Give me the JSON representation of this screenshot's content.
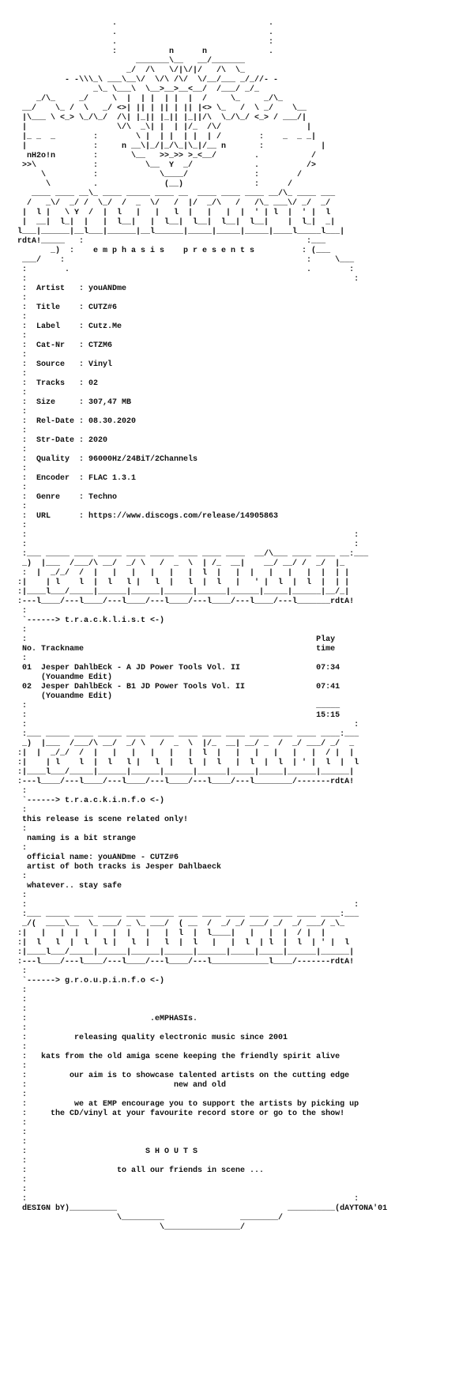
{
  "document": {
    "text_lines": [
      "                     .                                .",
      "                     .                                .",
      "                     .                                :",
      "                     :           n      n             .",
      "                          _______\\__   __/_______",
      "                        _/  /\\   \\/|\\/|/   /\\  \\_",
      "           - -\\\\\\_\\ ___\\__\\/  \\/\\ /\\/  \\/__/___ _/_//- -",
      "                 _\\_ \\___\\  \\__>__>__<__/  /___/ _/_",
      "     _/\\_     _/     \\  |  | |  | |  |  /     \\_     _/\\_",
      "  __/    \\_ /  \\   _/ <>| || | || | || |<> \\_   /  \\ _/    \\__",
      "  |\\___ \\ <_> \\_/\\_/  /\\| |_|| |_|| |_||/\\  \\_/\\_/ <_> / ___/|",
      "  |                   \\/\\  _\\| |  | |/_  /\\/                  |",
      "  |_ _  _        :        \\ |  | |  | |  | /        :    _  _ _|",
      "  |              :     n __\\|_/|_/\\_|\\_|/__ n       :            |",
      "   nH2o!n        :       \\__   >>_>> >_<__/        .           /",
      "  >>\\            :          \\__  Y  _/             .          />",
      "      \\          :             \\____/              :        /",
      "       \\         .              (__)               :      /",
      "    ____ ____ __\\_ ____ _____ ____ __  ____ ____ ____ __/\\_ ____ ___",
      "   /   _\\/  _/ /  \\_/  /  _  \\/   /  |/  _/\\   /   /\\_ ___\\/ _/  _/",
      "  |  l |   \\ Y  /  |  l   |   |   l  |   |   |  |  ' | l  |  ' |  l",
      "  |  __|  l_|  |   |  l__|   |  l__|  l__|  l__|  l__|    |  l_|  _|",
      " l___|______|__l___|______|__l______|_____|_____|_____|____l_____l___|",
      " rdtA!_____   :                                               :___",
      "        _)  :    e m p h a s i s    p r e s e n t s          : (___",
      "  ___/    :                                                   :     \\___",
      "  :        .                                                  .        :",
      "  :                                                                     :",
      "  :  Artist   : youANDme",
      "  :",
      "  :  Title    : CUTZ#6",
      "  :",
      "  :  Label    : Cutz.Me",
      "  :",
      "  :  Cat-Nr   : CTZM6",
      "  :",
      "  :  Source   : Vinyl",
      "  :",
      "  :  Tracks   : 02",
      "  :",
      "  :  Size     : 307,47 MB",
      "  :",
      "  :  Rel-Date : 08.30.2020",
      "  :",
      "  :  Str-Date : 2020",
      "  :",
      "  :  Quality  : 96000Hz/24BiT/2Channels",
      "  :",
      "  :  Encoder  : FLAC 1.3.1",
      "  :",
      "  :  Genre    : Techno",
      "  :",
      "  :  URL      : https://www.discogs.com/release/14905863",
      "  :",
      "  :                                                                     :",
      "  :                                                                     :",
      "  :___ _____ ____ _____ ____ _____ ____ ____ ____  __/\\___ ____ ____ __:___",
      "  _)  |___  /___/\\ __/  _/ \\   /  _  \\  | /_  __|    __/ __/ /  _/  |_",
      "  :  |  _/_/  /  |   |   |   |   |   |  l  |   |  |   |   |   |  |  | |",
      " :|    | l    l  |  l   l |   l  |   l  |  l   |   ' |  l  |  l  |  | |",
      " :|____l___/_____|______|______|______|______|______|_____|______|__/_|",
      " :---l____/---l____/---l____/---l____/---l____/---l____/---l_______rdtA!",
      "  :",
      "  `------> t.r.a.c.k.l.i.s.t <-)",
      "  :",
      "  :                                                             Play",
      "  No. Trackname                                                 time",
      "  :",
      "  01  Jesper DahlbEck - A JD Power Tools Vol. II                07:34",
      "      (Youandme Edit)",
      "  02  Jesper DahlbEck - B1 JD Power Tools Vol. II               07:41",
      "      (Youandme Edit)",
      "  :                                                             _____",
      "  :                                                             15:15",
      "  :                                                                     :",
      "  :___ _____ ____ _____ ____ _____ ____ ____ ____ ____ ____ ____ ____:___",
      "  _)  |___  /___/\\ __/  _/ \\   /  _  \\  |/_  __| __/ _  /  _/ ___/ _/  _",
      " :|  |  _/_/  /  |   |   |   |   |   |  l  |   |   |   |   |   |  / |  |",
      " :|    | l    l  |  l   l |   l  |   l  |  l   |  l  |  l  | ' |  l  |  l",
      " :|____l___/_____|______|______|______|______|_____|_____|______|______|",
      " :---l____/---l____/---l____/---l____/---l____/---l________/-------rdtA!",
      "  :",
      "  `------> t.r.a.c.k.i.n.f.o <-)",
      "  :",
      "  this release is scene related only!",
      "  :",
      "   naming is a bit strange",
      "  :",
      "   official name: youANDme - CUTZ#6",
      "   artist of both tracks is Jesper Dahlbaeck",
      "  :",
      "   whatever.. stay safe",
      "  :",
      "  :                                                                     :",
      "  :___ _____ ____ _____ ____ _____ ____ ____ ____ ____ ____ ____ ____:___",
      "  _/(  ____\\__  \\_ ___/ _ \\_ ___/  ( __  /  _/ _/ ___/ _/  _/ ___/ _\\_",
      " :|   |   |  |   |   |  |   |   |  l  |  l____|   |   |  |  / |  |",
      " :|  l   l  |  l   l |   l  |   l  |  l   |   |  l  | l  |  l  | ' |  l",
      " :|____l___/_____|______|______|______|______|_____|_____|______|______|",
      " :---l____/---l____/---l____/---l____/---l____________l____/-------rdtA!",
      "  :",
      "  `------> g.r.o.u.p.i.n.f.o <-)",
      "  :",
      "  :",
      "  :",
      "  :                          .eMPHASIs.",
      "  :",
      "  :          releasing quality electronic music since 2001",
      "  :",
      "  :   kats from the old amiga scene keeping the friendly spirit alive",
      "  :",
      "  :         our aim is to showcase talented artists on the cutting edge",
      "  :                               new and old",
      "  :",
      "  :          we at EMP encourage you to support the artists by picking up",
      "  :     the CD/vinyl at your favourite record store or go to the show!",
      "  :",
      "  :",
      "  :",
      "  :                         S H O U T S",
      "  :",
      "  :                   to all our friends in scene ...",
      "  :",
      "  :",
      "  :                                                                     :",
      "  dESIGN bY)__________                                    __________(dAYTONA'01",
      "                      \\_________                ________/",
      "                               \\________________/"
    ]
  }
}
